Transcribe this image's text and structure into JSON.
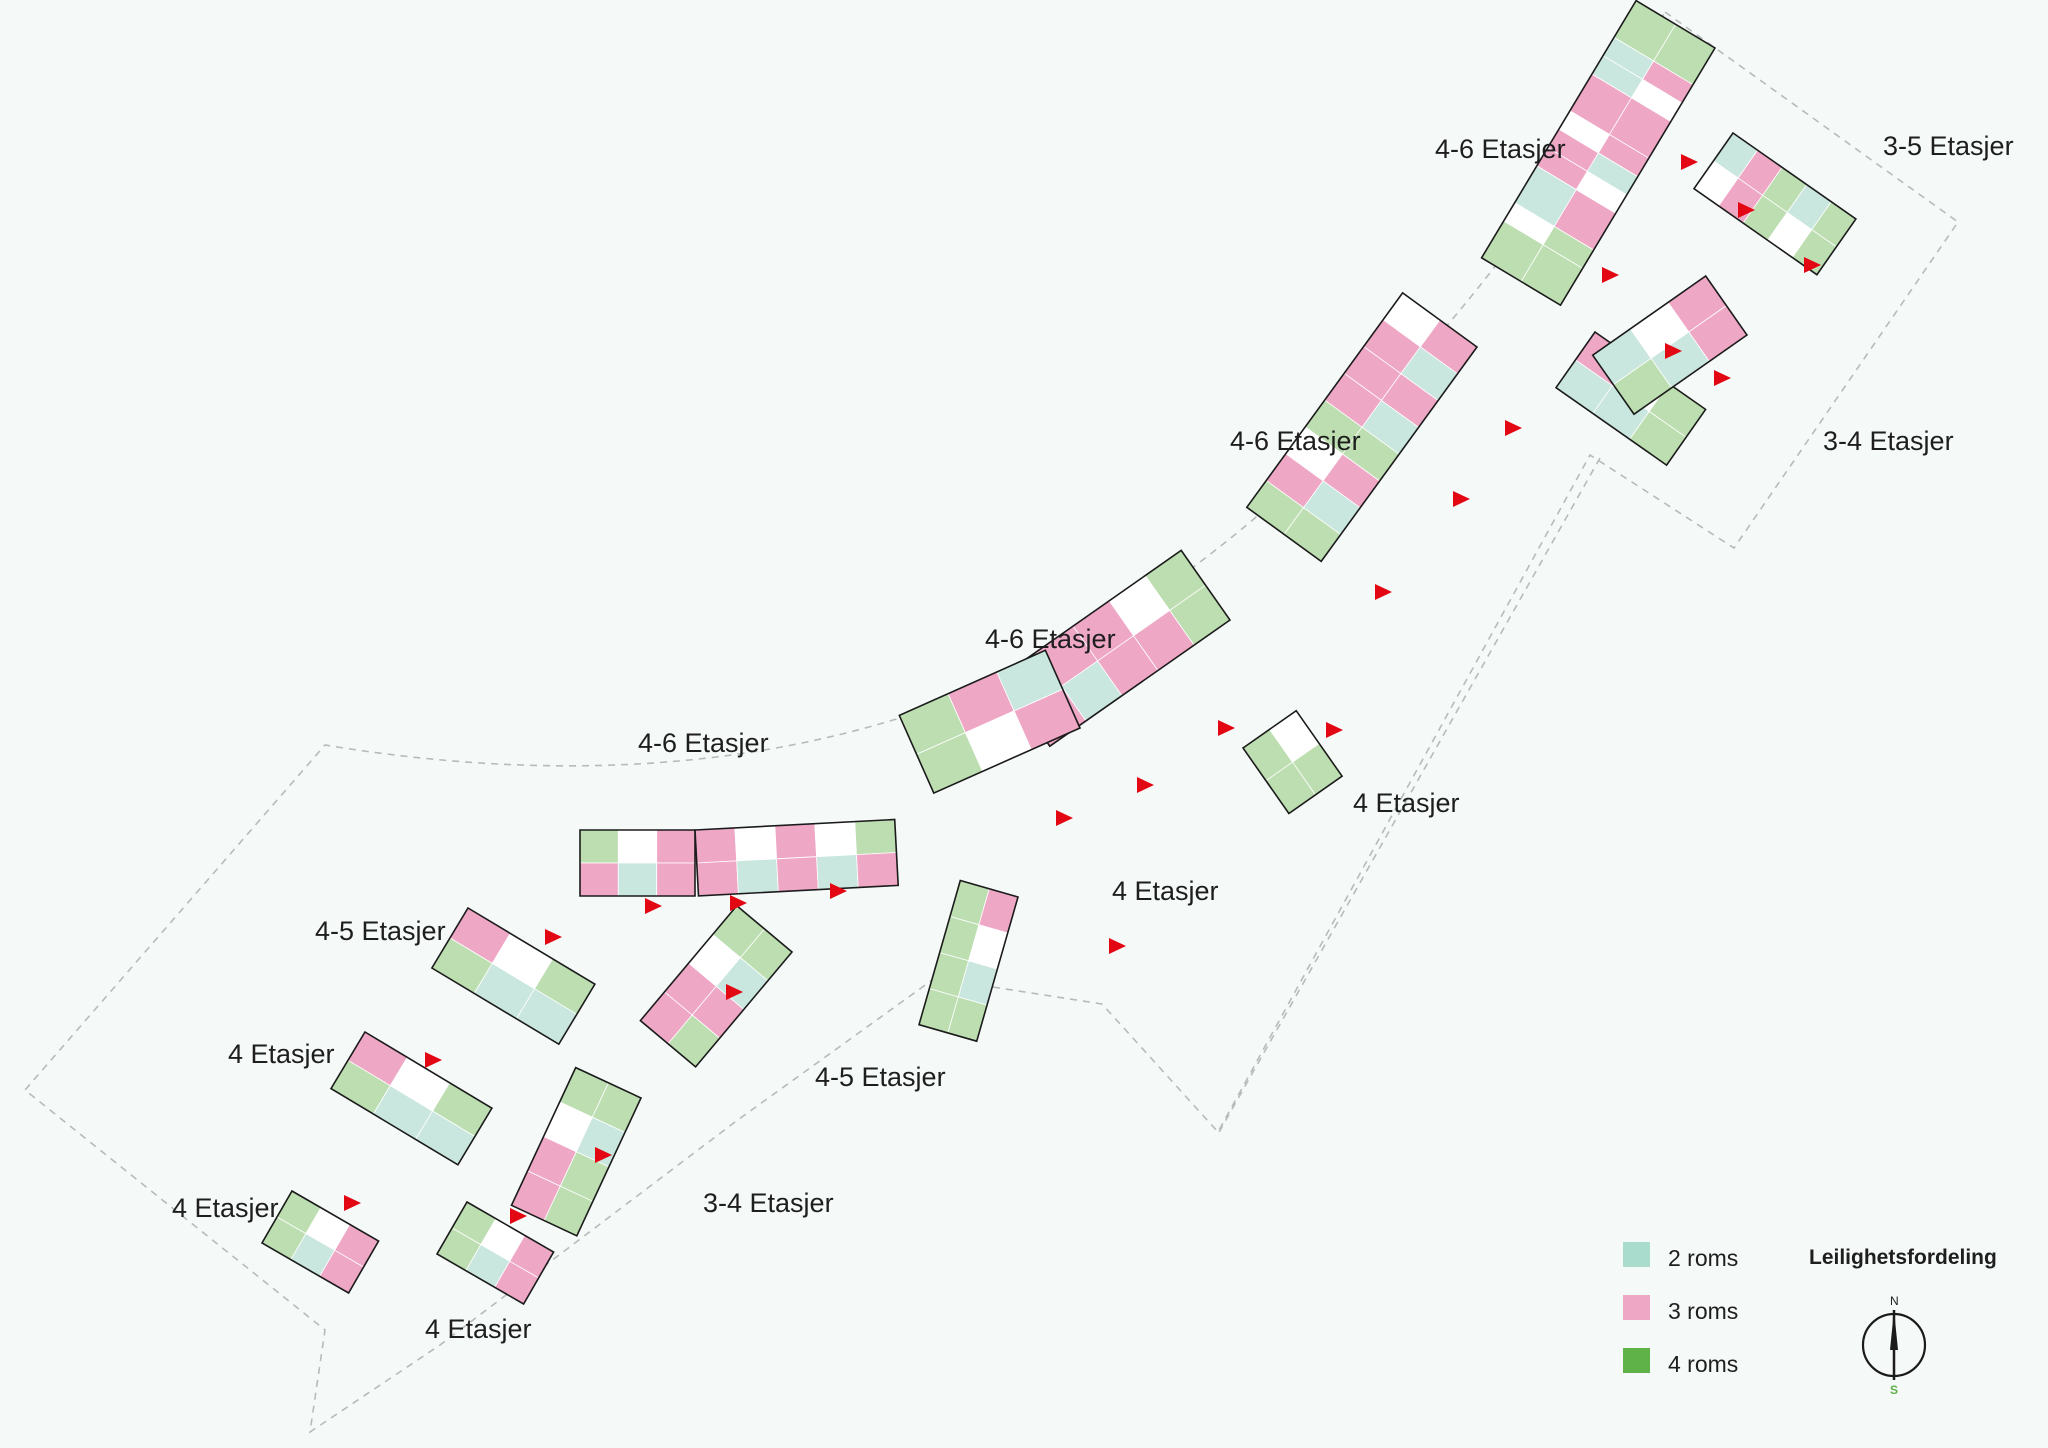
{
  "colors": {
    "background": "#f5f9f8",
    "two_rooms": "#c9e6df",
    "three_rooms": "#efa7c6",
    "four_rooms": "#bcdeb0",
    "core": "#ffffff",
    "outline": "#1b1b1b",
    "entrance": "#e30613",
    "site_boundary": "#b5bcba",
    "legend_two": "#a9dccd",
    "legend_three": "#efa7c6",
    "legend_four": "#5fb248",
    "compass_south": "#5fb248"
  },
  "labels": {
    "l1": "4-6 Etasjer",
    "l2": "3-5 Etasjer",
    "l3": "4-6 Etasjer",
    "l4": "3-4 Etasjer",
    "l5": "4-6 Etasjer",
    "l6": "4-6 Etasjer",
    "l7": "4 Etasjer",
    "l8": "4 Etasjer",
    "l9": "4-5 Etasjer",
    "l10": "4 Etasjer",
    "l11": "4-5 Etasjer",
    "l12": "3-4 Etasjer",
    "l13": "4 Etasjer",
    "l14": "4 Etasjer"
  },
  "legend": {
    "title": "Leilighetsfordeling",
    "items": [
      {
        "label": "2 roms"
      },
      {
        "label": "3 roms"
      },
      {
        "label": "4 roms"
      }
    ]
  },
  "compass": {
    "north": "N",
    "south": "S"
  }
}
